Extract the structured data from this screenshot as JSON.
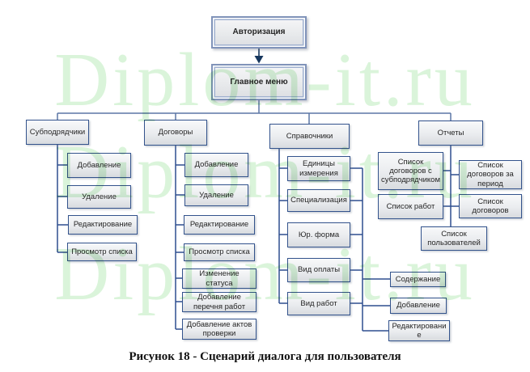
{
  "watermark": {
    "text": "Diplom-it.ru",
    "color": "#daf4da",
    "rows": 3
  },
  "caption": {
    "text": "Рисунок 18 - Сценарий диалога для пользователя"
  },
  "colors": {
    "watermark": "#daf4da",
    "box_border": "#33538c",
    "double_box_border": "#8093b9",
    "box_fill_top": "#f8f9fa",
    "box_fill_bottom": "#d8dbdf",
    "connector": "#2f4f8f",
    "bus_connector": "#5b77a5",
    "arrow": "#17375e"
  },
  "diagram": {
    "nodes": {
      "authorization": {
        "label": "Авторизация"
      },
      "main_menu": {
        "label": "Главное меню"
      },
      "subcontractors": {
        "label": "Субподрядчики"
      },
      "contracts": {
        "label": "Договоры"
      },
      "directories": {
        "label": "Справочники"
      },
      "reports": {
        "label": "Отчеты"
      },
      "sub_add": {
        "label": "Добавление"
      },
      "sub_delete": {
        "label": "Удаление"
      },
      "sub_edit": {
        "label": "Редактирование"
      },
      "sub_view": {
        "label": "Просмотр списка"
      },
      "con_add": {
        "label": "Добавление"
      },
      "con_delete": {
        "label": "Удаление"
      },
      "con_edit": {
        "label": "Редактирование"
      },
      "con_view": {
        "label": "Просмотр списка"
      },
      "con_status": {
        "label": "Изменение статуса"
      },
      "con_worklist": {
        "label": "Добавление перечня работ"
      },
      "con_acts": {
        "label": "Добавление актов проверки"
      },
      "dir_units": {
        "label": "Единицы измерения"
      },
      "dir_spec": {
        "label": "Специализация"
      },
      "dir_legal": {
        "label": "Юр. форма"
      },
      "dir_payment": {
        "label": "Вид оплаты"
      },
      "dir_worktype": {
        "label": "Вид работ"
      },
      "dir_content": {
        "label": "Содержание"
      },
      "dir_add": {
        "label": "Добавление"
      },
      "dir_edit": {
        "label": "Редактирование"
      },
      "rep_contracts_sub": {
        "label": "Список договоров с субподрядчиком"
      },
      "rep_works": {
        "label": "Список работ"
      },
      "rep_contracts_period": {
        "label": "Список договоров за период"
      },
      "rep_contracts": {
        "label": "Список договоров"
      },
      "rep_users": {
        "label": "Список пользователей"
      }
    },
    "edges": [
      {
        "from": "authorization",
        "to": [
          "main_menu"
        ]
      },
      {
        "from": "main_menu",
        "to": [
          "subcontractors",
          "contracts",
          "directories",
          "reports"
        ]
      },
      {
        "from": "subcontractors",
        "to": [
          "sub_add",
          "sub_delete",
          "sub_edit",
          "sub_view"
        ]
      },
      {
        "from": "contracts",
        "to": [
          "con_add",
          "con_delete",
          "con_edit",
          "con_view",
          "con_status",
          "con_worklist",
          "con_acts"
        ]
      },
      {
        "from": "directories",
        "to": [
          "dir_units",
          "dir_spec",
          "dir_legal",
          "dir_payment",
          "dir_worktype"
        ]
      },
      {
        "from": [
          "dir_units",
          "dir_spec",
          "dir_legal",
          "dir_payment",
          "dir_worktype"
        ],
        "to": [
          "dir_content",
          "dir_add",
          "dir_edit"
        ]
      },
      {
        "from": "reports",
        "to": [
          "rep_contracts_sub",
          "rep_works",
          "rep_contracts_period",
          "rep_contracts",
          "rep_users"
        ]
      }
    ]
  }
}
